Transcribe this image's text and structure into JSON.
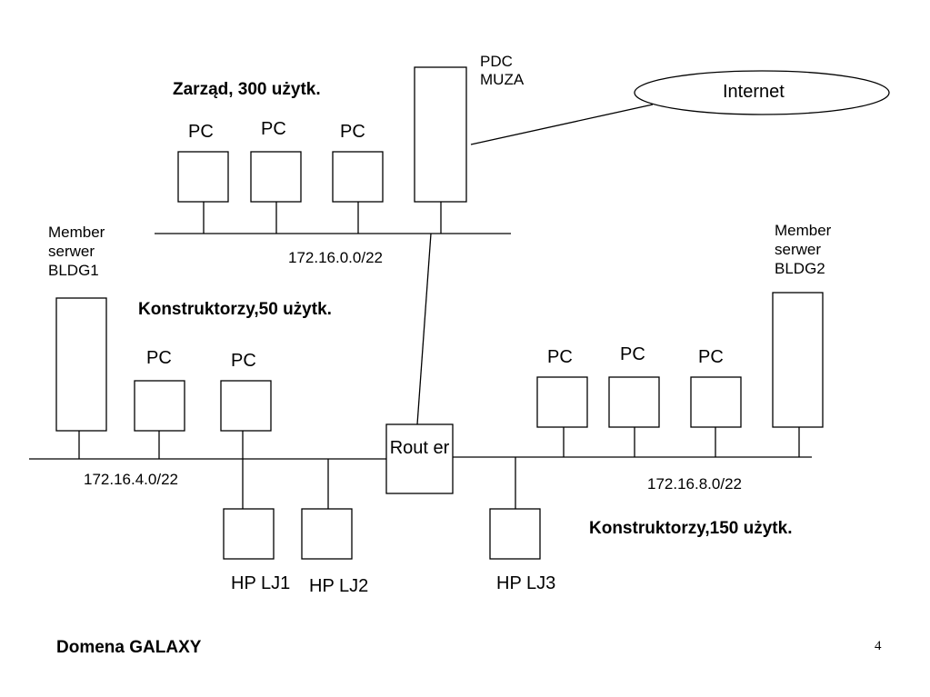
{
  "groups": {
    "zarzad": "Zarząd, 300 użytk.",
    "konstr50": "Konstruktorzy,50 użytk.",
    "konstr150": "Konstruktorzy,150 użytk."
  },
  "networks": {
    "net0": "172.16.0.0/22",
    "net4": "172.16.4.0/22",
    "net8": "172.16.8.0/22"
  },
  "pc_label": "PC",
  "servers": {
    "pdc": "PDC\nMUZA",
    "bldg1": "Member\nserwer\nBLDG1",
    "bldg2": "Member\nserwer\nBLDG2"
  },
  "internet": "Internet",
  "router": "Rout\ner",
  "printers": {
    "lj1": "HP\nLJ1",
    "lj2": "HP\nLJ2",
    "lj3": "HP\nLJ3"
  },
  "footer": {
    "title": "Domena GALAXY",
    "page": "4"
  }
}
